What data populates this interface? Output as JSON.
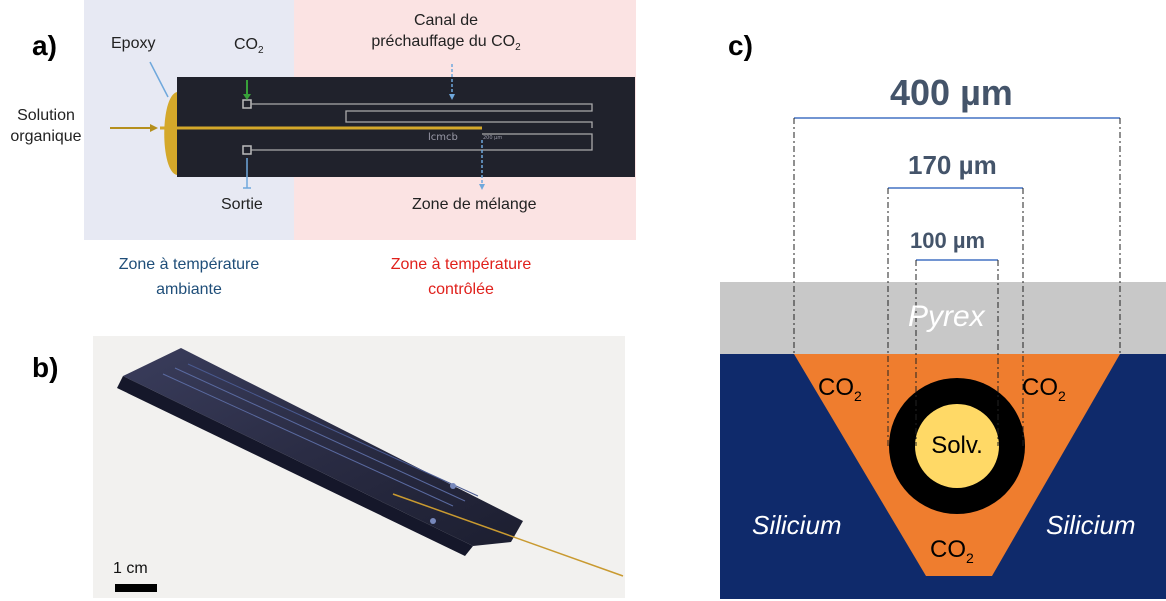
{
  "panel_a": {
    "letter": "a)",
    "epoxy": "Epoxy",
    "co2_prefix": "CO",
    "co2_sub": "2",
    "canal_line1": "Canal de",
    "canal_line2_prefix": "préchauffage du CO",
    "canal_line2_sub": "2",
    "solution_line1": "Solution",
    "solution_line2": "organique",
    "sortie": "Sortie",
    "zone_melange": "Zone de mélange",
    "chip_logo": "lcmcb",
    "chip_scale": "200 µm",
    "zone_ambient_line1": "Zone à température",
    "zone_ambient_line2": "ambiante",
    "zone_controlled_line1": "Zone à température",
    "zone_controlled_line2": "contrôlée",
    "colors": {
      "ambient_text": "#1f4e79",
      "controlled_text": "#e0201b",
      "ambient_bg": "#e7e9f3",
      "controlled_bg": "#fbe3e3",
      "chip": "#20222c",
      "gold": "#d4a82a"
    }
  },
  "panel_b": {
    "letter": "b)",
    "scale_label": "1 cm"
  },
  "panel_c": {
    "letter": "c)",
    "dim_outer": "400 µm",
    "dim_middle": "170 µm",
    "dim_inner": "100 µm",
    "pyrex": "Pyrex",
    "co2_prefix": "CO",
    "co2_sub": "2",
    "solv": "Solv.",
    "silicium": "Silicium",
    "colors": {
      "pyrex": "#c8c8c8",
      "silicon": "#0f2a6b",
      "co2": "#ef7d2e",
      "tube": "#000000",
      "solvent": "#ffd966",
      "dim_line": "#4472c4",
      "dim_text": "#44546a"
    }
  }
}
